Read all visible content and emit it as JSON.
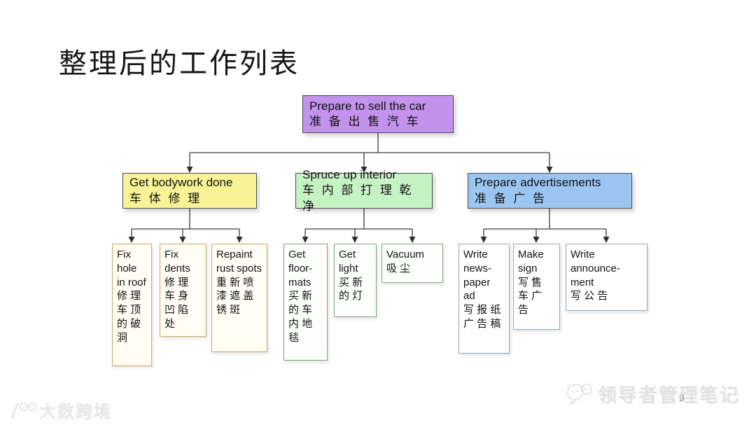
{
  "title": "整理后的工作列表",
  "page_number": "9",
  "watermarks": {
    "bottom_left_brand": "大数跨境",
    "bottom_left_logo": "100",
    "bottom_right_brand": "领导者管理笔记"
  },
  "colors": {
    "root_fill": "#c292ec",
    "branch1_fill": "#f8f394",
    "branch2_fill": "#c6f3c4",
    "branch3_fill": "#9cc6f2",
    "leaf_left_border": "#cda468",
    "leaf_mid_border": "#7ea57e",
    "leaf_right_border": "#93a5b5",
    "connector": "#3a3a3a"
  },
  "tree": {
    "root": {
      "en": "Prepare to sell the car",
      "zh": "准 备 出 售 汽 车"
    },
    "branches": [
      {
        "en": "Get bodywork done",
        "zh": "车 体 修 理",
        "children": [
          {
            "en": "Fix hole in roof",
            "zh": "修 理 车 顶 的 破 洞"
          },
          {
            "en": "Fix dents",
            "zh": "修 理 车 身 凹 陷 处"
          },
          {
            "en": "Repaint rust spots",
            "zh": "重 新 喷 漆 遮 盖 锈 斑"
          }
        ]
      },
      {
        "en": "Spruce up interior",
        "zh": "车 内 部 打 理 乾 净",
        "children": [
          {
            "en": "Get floor-mats",
            "zh": "买 新 的 车 内 地 毯"
          },
          {
            "en": "Get light",
            "zh": "买 新 的 灯"
          },
          {
            "en": "Vacuum",
            "zh": "吸 尘"
          }
        ]
      },
      {
        "en": "Prepare advertisements",
        "zh": "准 备 广 告",
        "children": [
          {
            "en": "Write news-paper ad",
            "zh": "写 报 纸 广 告 稿"
          },
          {
            "en": "Make sign",
            "zh": "写 售 车 广 告"
          },
          {
            "en": "Write announce-ment",
            "zh": "写 公 告"
          }
        ]
      }
    ]
  }
}
